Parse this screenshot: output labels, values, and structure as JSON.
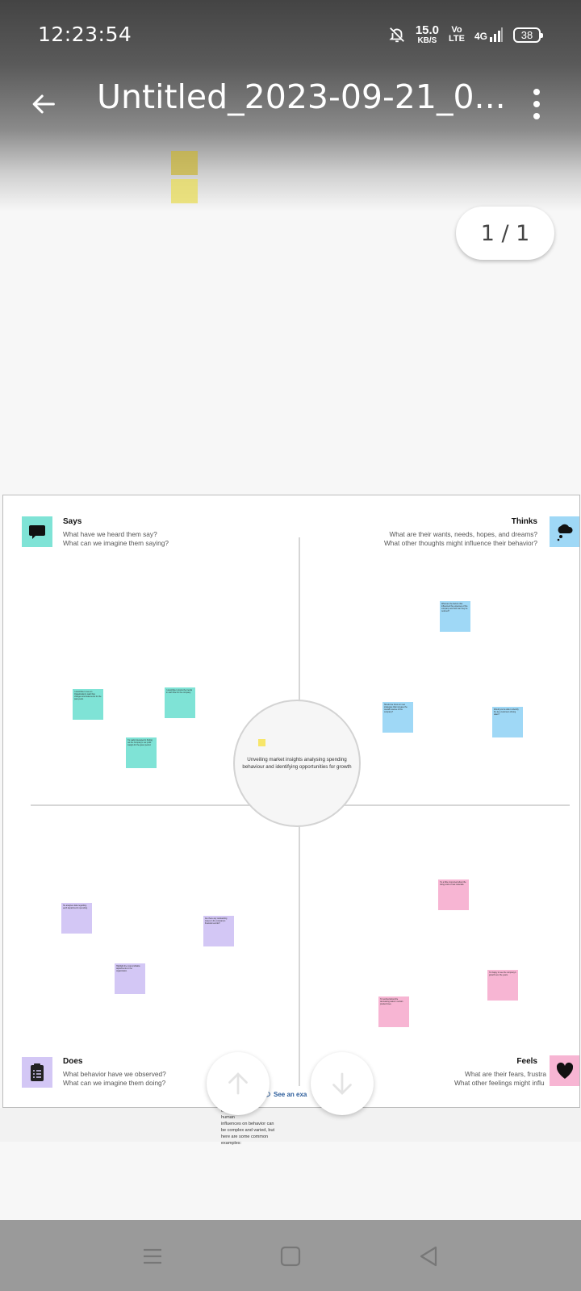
{
  "status_bar": {
    "time": "12:23:54",
    "net_speed_value": "15.0",
    "net_speed_unit": "KB/S",
    "volte": "Vo\nLTE",
    "network": "4G",
    "battery": "38"
  },
  "app_bar": {
    "title": "Untitled_2023-09-21_0...",
    "back_icon": "arrow-left-icon",
    "menu_icon": "more-vertical-icon"
  },
  "page_indicator": "1 / 1",
  "canvas": {
    "center_text": "Unveiling market insights analysing spending behaviour and identifying opportunities for growth",
    "quadrants": {
      "says": {
        "title": "Says",
        "line1": "What have we heard them say?",
        "line2": "What can we imagine them saying?",
        "icon": "speech-bubble-icon",
        "color": "#7fe3d6"
      },
      "thinks": {
        "title": "Thinks",
        "line1": "What are their wants, needs, hopes, and dreams?",
        "line2": "What other thoughts might influence their behavior?",
        "icon": "thought-cloud-icon",
        "color": "#9fd8f6"
      },
      "does": {
        "title": "Does",
        "line1": "What behavior have we observed?",
        "line2": "What can we imagine them doing?",
        "icon": "clipboard-icon",
        "color": "#d3c7f5"
      },
      "feels": {
        "title": "Feels",
        "line1": "What are their fears, frustra",
        "line2": "What other feelings might influ",
        "icon": "heart-icon",
        "color": "#f7b5d3"
      }
    },
    "stickies": {
      "says": [
        "I would like to see an Organization's cash flow changes and statements for the past years.",
        "I would like to know the trends in cash flow for the company.",
        "I'm really interested in finding out the company's net profit margin for the given period."
      ],
      "thinks": [
        "What are the factors that influenced the expenses of the company and how can they be reduced?",
        "Should we focus on new strategies that increase the overall revenue of the company?",
        "Would you be able to identify the key customers driving sales?"
      ],
      "does": [
        "He analyses data regarding each department's spending.",
        "Are there any outstanding issues in the company's financial records?",
        "Highlight the most profitable departments in the organization."
      ],
      "feels": [
        "I'm a little concerned about the rising costs of raw materials.",
        "I'm happy to see the company's growth over the years.",
        "I'm worried about the decreasing sales in certain product lines."
      ]
    },
    "see_example": "See an exa",
    "below_text": [
      "examples of",
      "human",
      "influences on behavior can",
      "be complex and varied, but",
      "here are some common",
      "examples:"
    ]
  },
  "fabs": {
    "scroll_up_icon": "arrow-up-icon",
    "scroll_down_icon": "arrow-down-icon"
  },
  "nav_bar": {
    "recents_icon": "menu-lines-icon",
    "home_icon": "square-icon",
    "back_icon": "triangle-back-icon"
  }
}
